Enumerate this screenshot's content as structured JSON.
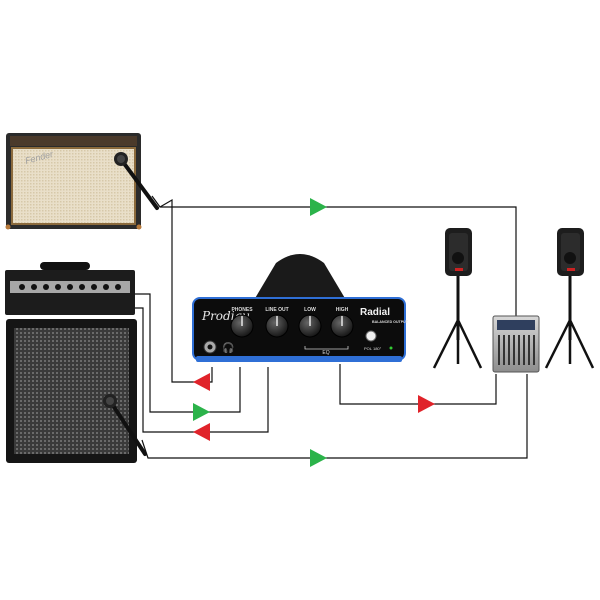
{
  "device": {
    "model_script": "Prodigy",
    "brand": "Radial",
    "knob_labels": {
      "phones": "PHONES",
      "line_out": "LINE OUT",
      "low": "LOW",
      "high": "HIGH"
    },
    "eq_label": "EQ",
    "balanced_output": "BALANCED OUTPUT",
    "polarity": "POL 180°",
    "accent_color": "#2f6fd6"
  },
  "amps": {
    "combo_logo": "Fender"
  },
  "colors": {
    "input_arrow": "#2bb34a",
    "output_arrow": "#e0232a",
    "cable": "#111111"
  }
}
